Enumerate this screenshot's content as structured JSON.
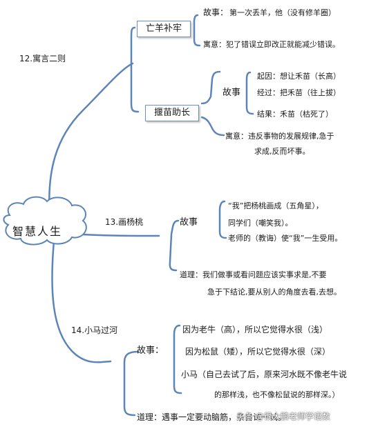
{
  "center": {
    "title": "智慧人生"
  },
  "branch12": {
    "title": "12.寓言二则",
    "story1": {
      "title": "亡羊补牢",
      "story_label": "故事：",
      "story_text": "第一次丢羊，他（没有修羊圈）",
      "meaning": "寓意：犯了错误立即改正就能减少错误。"
    },
    "story2": {
      "title": "揠苗助长",
      "story_label": "故事",
      "cause": "起因：想让禾苗（长高）",
      "process": "经过：把禾苗（往上拔）",
      "result": "结果：禾苗（枯死了）",
      "meaning_line1": "寓意：违反事物的发展规律,急于",
      "meaning_line2": "求成,反而坏事。"
    }
  },
  "branch13": {
    "title": "13.画杨桃",
    "story_label": "故事",
    "line1": "“我”把杨桃画成（五角星），",
    "line2": "同学们（嘲笑我）。",
    "line3": "老师的（教诲）使“我”一生受用。",
    "reason_line1": "道理：我们做事或看问题应该实事求是,不要",
    "reason_line2": "急于下结论,要从别人的角度去看,去想。"
  },
  "branch14": {
    "title": "14.小马过河",
    "story_label": "故事：",
    "line1": "因为老牛（高），所以它觉得水很（浅）",
    "line2": "因为松鼠（矮），所以它觉得水很（深）",
    "line3": "小马（自己去试了后，原来河水既不像老牛说",
    "line4": "的那样浅，也不像松鼠说的那样深。）",
    "reason": "道理：遇事一定要动脑筋，亲自试一试。"
  },
  "watermark": "头条 @很大鹏老师学语数"
}
